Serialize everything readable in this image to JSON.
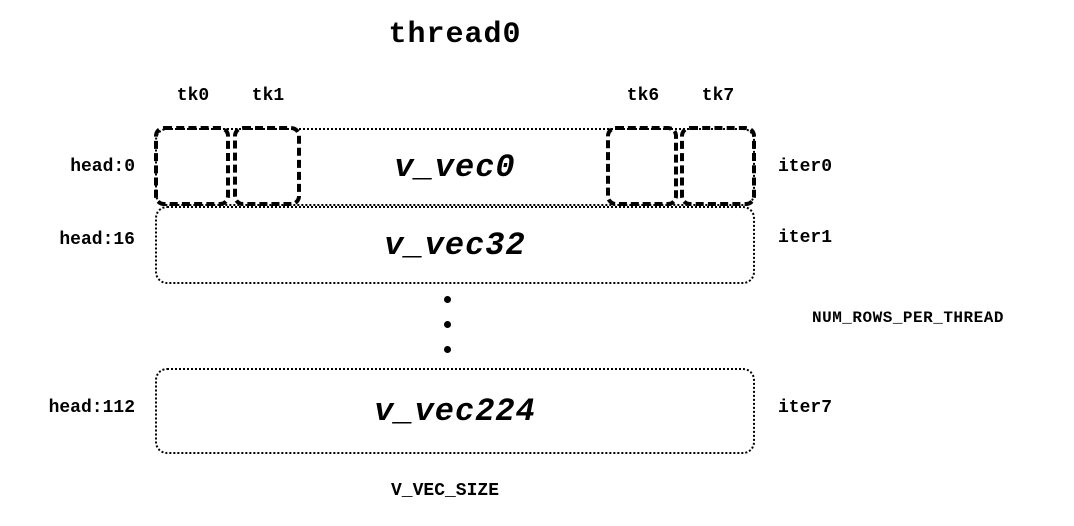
{
  "title": "thread0",
  "tk_labels": [
    "tk0",
    "tk1",
    "tk6",
    "tk7"
  ],
  "rows": [
    {
      "head": "head:0",
      "vec": "v_vec0",
      "iter": "iter0"
    },
    {
      "head": "head:16",
      "vec": "v_vec32",
      "iter": "iter1"
    },
    {
      "head": "head:112",
      "vec": "v_vec224",
      "iter": "iter7"
    }
  ],
  "labels": {
    "num_rows_per_thread": "NUM_ROWS_PER_THREAD",
    "v_vec_size": "V_VEC_SIZE"
  },
  "icons": {
    "vertical_ellipsis": "vertical-ellipsis"
  },
  "colors": {
    "foreground": "#000000",
    "background": "#ffffff"
  }
}
